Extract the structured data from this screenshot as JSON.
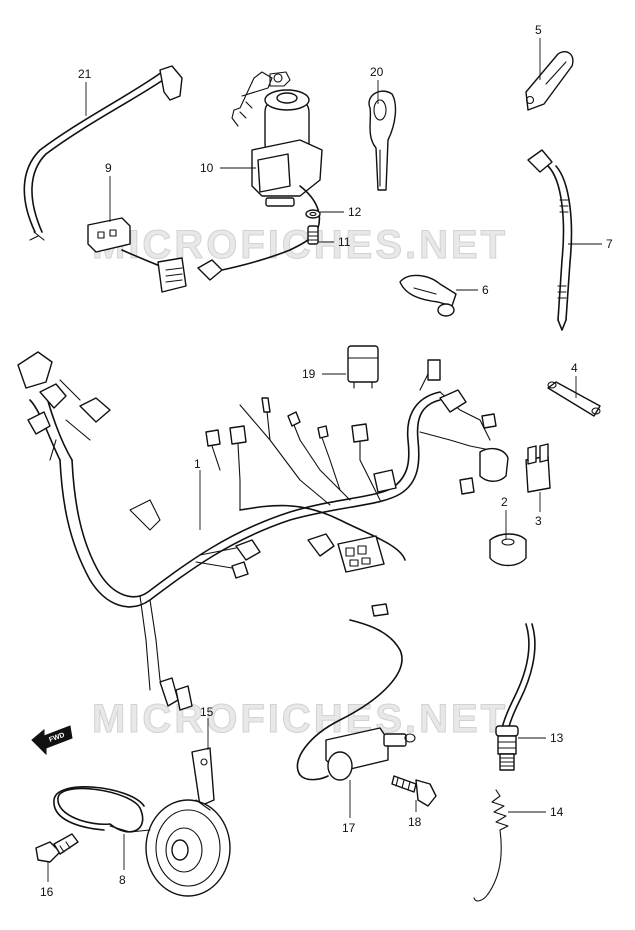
{
  "watermark": [
    "MICROFICHES.NET",
    "MICROFICHES.NET"
  ],
  "direction_marker": {
    "label": "FWD",
    "icon": "forward-arrow-icon"
  },
  "callouts": [
    {
      "id": "1",
      "part": "wiring-harness"
    },
    {
      "id": "2",
      "part": "fuse-cover"
    },
    {
      "id": "3",
      "part": "fuse-holder"
    },
    {
      "id": "4",
      "part": "fuse"
    },
    {
      "id": "5",
      "part": "bracket"
    },
    {
      "id": "6",
      "part": "clamp"
    },
    {
      "id": "7",
      "part": "cable-tie"
    },
    {
      "id": "8",
      "part": "horn-lead-wire"
    },
    {
      "id": "9",
      "part": "relay-connector"
    },
    {
      "id": "10",
      "part": "ignition-switch"
    },
    {
      "id": "11",
      "part": "bolt"
    },
    {
      "id": "12",
      "part": "washer"
    },
    {
      "id": "13",
      "part": "oil-pressure-switch"
    },
    {
      "id": "14",
      "part": "spring"
    },
    {
      "id": "15",
      "part": "horn"
    },
    {
      "id": "16",
      "part": "horn-bolt"
    },
    {
      "id": "17",
      "part": "stop-switch"
    },
    {
      "id": "18",
      "part": "switch-bolt"
    },
    {
      "id": "19",
      "part": "relay"
    },
    {
      "id": "20",
      "part": "key"
    },
    {
      "id": "21",
      "part": "harness-lead"
    }
  ]
}
